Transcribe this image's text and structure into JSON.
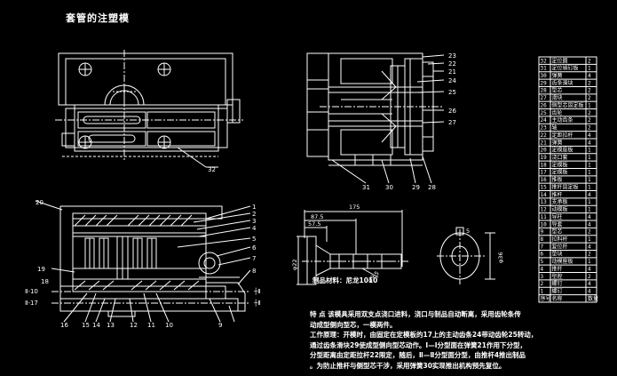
{
  "title": "套管的注塑模",
  "material_note": "制品材料：尼龙1010",
  "notes": [
    "特  点  该模具采用双支点浇口进料，浇口与制品自动断离，采用齿轮条传",
    "动成型侧向型芯，一模两件。",
    "工作原理：开模时，由固定在定模板的17上的主动齿条24带动齿轮25转动，",
    "通过齿条滑块29使成型侧向型芯动作。Ⅰ—Ⅰ分型面在弹簧21作用下分型，",
    "分型距离由定距拉杆22限定，随后，Ⅱ—Ⅱ分型面分型，由推杆4推出制品",
    "。为防止推杆与侧型芯干涉，采用弹簧30实现推出机构预先复位。"
  ],
  "section_marks": {
    "left_I": "Ⅱ-10",
    "left_II": "Ⅱ-17",
    "right_I": "┼Ⅱ",
    "right_II": "┼Ⅱ"
  },
  "view1_labels": [
    "32"
  ],
  "view2_labels": [
    "23",
    "22",
    "21",
    "24",
    "25",
    "26",
    "27",
    "31",
    "30",
    "29",
    "28"
  ],
  "view3_labels": [
    "20",
    "1",
    "2",
    "3",
    "4",
    "5",
    "6",
    "7",
    "8",
    "19",
    "18",
    "16",
    "15",
    "14",
    "13",
    "12",
    "11",
    "10",
    "9"
  ],
  "part_dims": {
    "overall": "175",
    "d1": "87.5",
    "d2": "57.5",
    "dia_left": "φ22",
    "dia_mid": "φ9.5",
    "dia_right": "φ36",
    "small": "5"
  },
  "parts_table": {
    "header": [
      "序号",
      "名称",
      "数量"
    ],
    "rows": [
      [
        "32",
        "定位圈",
        "2"
      ],
      [
        "31",
        "定位销钉板",
        "1"
      ],
      [
        "30",
        "弹簧",
        "4"
      ],
      [
        "29",
        "齿条滑块",
        "2"
      ],
      [
        "28",
        "型芯",
        "2"
      ],
      [
        "27",
        "滑块",
        "2"
      ],
      [
        "26",
        "侧型芯固定板",
        "1"
      ],
      [
        "25",
        "齿轮",
        "2"
      ],
      [
        "24",
        "主动齿条",
        "2"
      ],
      [
        "23",
        "轴",
        "2"
      ],
      [
        "22",
        "定距拉杆",
        "4"
      ],
      [
        "21",
        "弹簧",
        "4"
      ],
      [
        "20",
        "定模座板",
        "1"
      ],
      [
        "19",
        "浇口套",
        "1"
      ],
      [
        "18",
        "定模板",
        "1"
      ],
      [
        "17",
        "定模板",
        "1"
      ],
      [
        "16",
        "推板",
        "1"
      ],
      [
        "15",
        "推杆固定板",
        "1"
      ],
      [
        "14",
        "推杆",
        "4"
      ],
      [
        "13",
        "支承板",
        "1"
      ],
      [
        "12",
        "动模板",
        "1"
      ],
      [
        "11",
        "导柱",
        "4"
      ],
      [
        "10",
        "导套",
        "4"
      ],
      [
        "9",
        "型芯",
        "2"
      ],
      [
        "8",
        "拉料杆",
        "1"
      ],
      [
        "7",
        "复位杆",
        "4"
      ],
      [
        "6",
        "垫块",
        "2"
      ],
      [
        "5",
        "动模座板",
        "1"
      ],
      [
        "4",
        "推杆",
        "4"
      ],
      [
        "3",
        "型腔",
        "2"
      ],
      [
        "2",
        "螺钉",
        "4"
      ],
      [
        "1",
        "螺钉",
        "4"
      ]
    ]
  }
}
